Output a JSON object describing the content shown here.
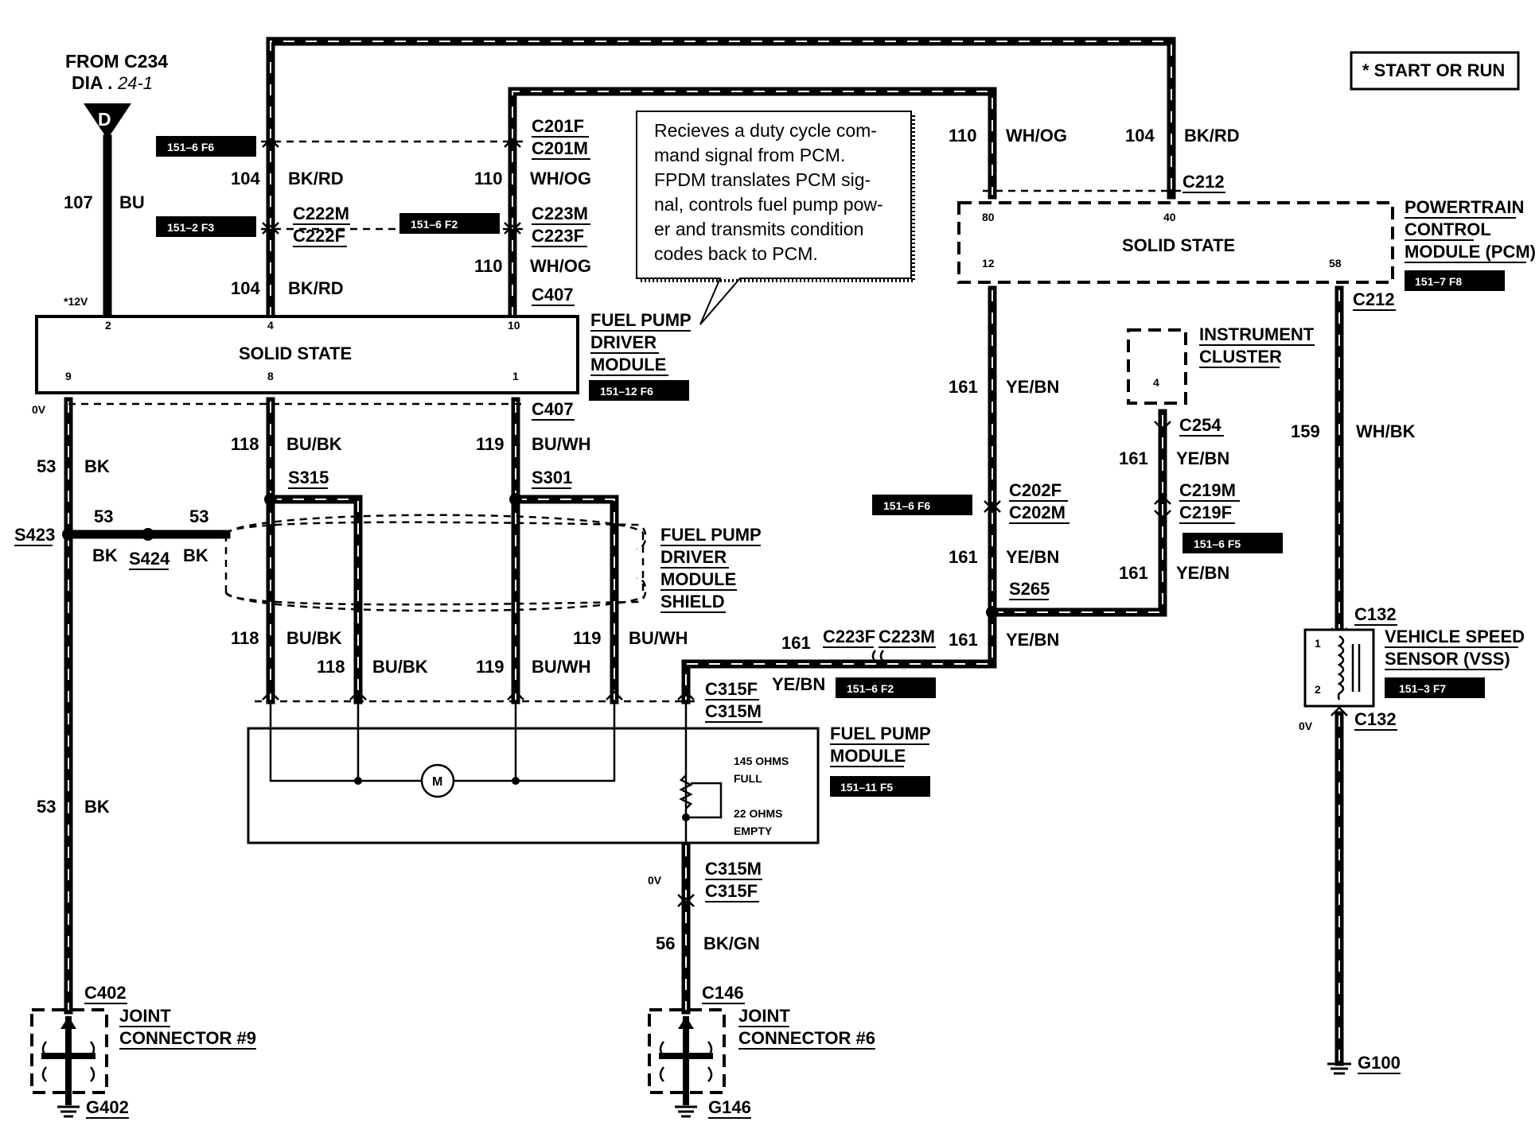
{
  "note": "* START OR RUN",
  "from": {
    "line1": "FROM C234",
    "line2": "DIA .",
    "page": "24-1",
    "symbol": "D"
  },
  "callout": [
    "Recieves a duty cycle com-",
    "mand signal from PCM.",
    "FPDM translates PCM sig-",
    "nal, controls fuel pump pow-",
    "er and transmits condition",
    "codes back to PCM."
  ],
  "fpdm": {
    "title": [
      "FUEL PUMP",
      "DRIVER",
      "MODULE"
    ],
    "body": "SOLID STATE",
    "ref": "151–12 F6",
    "pins": {
      "p2": "2",
      "p4": "4",
      "p10": "10",
      "p9": "9",
      "p8": "8",
      "p1": "1"
    },
    "v12": "*12V",
    "v0": "0V"
  },
  "pcm": {
    "title": [
      "POWERTRAIN",
      "CONTROL",
      "MODULE (PCM)"
    ],
    "body": "SOLID STATE",
    "ref": "151–7 F8",
    "pins": {
      "p80": "80",
      "p40": "40",
      "p12": "12",
      "p58": "58"
    }
  },
  "cluster": {
    "title": [
      "INSTRUMENT",
      "CLUSTER"
    ],
    "pin": "4"
  },
  "shield": {
    "title": [
      "FUEL PUMP",
      "DRIVER",
      "MODULE",
      "SHIELD"
    ]
  },
  "fpm": {
    "title": [
      "FUEL PUMP",
      "MODULE"
    ],
    "ref": "151–11 F5",
    "motor": "M",
    "full": [
      "145 OHMS",
      "FULL"
    ],
    "empty": [
      "22 OHMS",
      "EMPTY"
    ]
  },
  "vss": {
    "title": [
      "VEHICLE SPEED",
      "SENSOR (VSS)"
    ],
    "ref": "151–3 F7",
    "pin1": "1",
    "pin2": "2",
    "v0": "0V"
  },
  "jc9": {
    "title": [
      "JOINT",
      "CONNECTOR #9"
    ]
  },
  "jc6": {
    "title": [
      "JOINT",
      "CONNECTOR #6"
    ]
  },
  "refs": {
    "r1": "151–6 F6",
    "r2": "151–2 F3",
    "r3": "151–6 F2",
    "r4": "151–6 F6",
    "r5": "151–6 F5",
    "r6": "151–6 F2"
  },
  "wires": {
    "c107": "107",
    "bu": "BU",
    "c104": "104",
    "bkrd": "BK/RD",
    "c110": "110",
    "whog": "WH/OG",
    "c53": "53",
    "bk": "BK",
    "c118": "118",
    "bubk": "BU/BK",
    "c119": "119",
    "buwh": "BU/WH",
    "c161": "161",
    "yebn": "YE/BN",
    "c159": "159",
    "whbk": "WH/BK",
    "c56": "56",
    "bkgn": "BK/GN",
    "v0": "0V"
  },
  "conn": {
    "c201f": "C201F",
    "c201m": "C201M",
    "c222m": "C222M",
    "c222f": "C222F",
    "c223m": "C223M",
    "c223f": "C223F",
    "c407": "C407",
    "c212": "C212",
    "c254": "C254",
    "c219m": "C219M",
    "c219f": "C219F",
    "c202f": "C202F",
    "c202m": "C202M",
    "s265": "S265",
    "s315": "S315",
    "s301": "S301",
    "s423": "S423",
    "s424": "S424",
    "c223f2": "C223F",
    "c223m2": "C223M",
    "c315f": "C315F",
    "c315m": "C315M",
    "c315m2": "C315M",
    "c315f2": "C315F",
    "c132": "C132",
    "c402": "C402",
    "c146": "C146",
    "g402": "G402",
    "g146": "G146",
    "g100": "G100"
  }
}
